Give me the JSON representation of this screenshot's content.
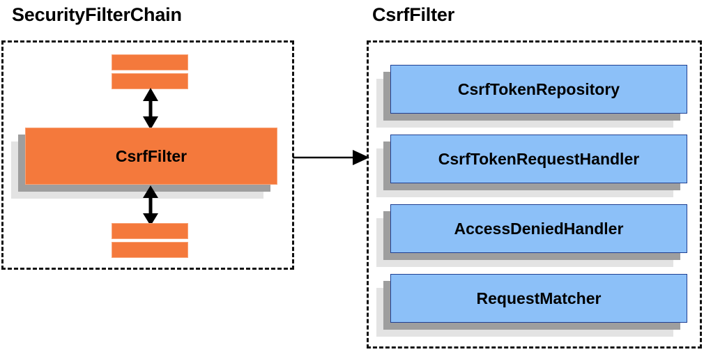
{
  "panels": {
    "left": {
      "title": "SecurityFilterChain",
      "main_box": {
        "label": "CsrfFilter",
        "color": "#f4793c"
      },
      "stubs_top": [
        "",
        ""
      ],
      "stubs_bottom": [
        "",
        ""
      ]
    },
    "right": {
      "title": "CsrfFilter",
      "items": [
        {
          "label": "CsrfTokenRepository"
        },
        {
          "label": "CsrfTokenRequestHandler"
        },
        {
          "label": "AccessDeniedHandler"
        },
        {
          "label": "RequestMatcher"
        }
      ],
      "color": "#8cc0f8"
    }
  },
  "connectors": {
    "up_arrow": {
      "name": "bidirectional-arrow-up",
      "direction": "both"
    },
    "down_arrow": {
      "name": "bidirectional-arrow-down",
      "direction": "both"
    },
    "zoom_arrow": {
      "name": "expand-arrow",
      "direction": "right"
    }
  },
  "colors": {
    "orange": "#f4793c",
    "orange_border": "#f8a377",
    "blue": "#8cc0f8",
    "blue_border": "#1f3f91",
    "shadow_near": "#9e9e9e",
    "shadow_far": "#e3e3e3",
    "dashed_border": "#111111",
    "text": "#000000",
    "background": "#ffffff"
  }
}
